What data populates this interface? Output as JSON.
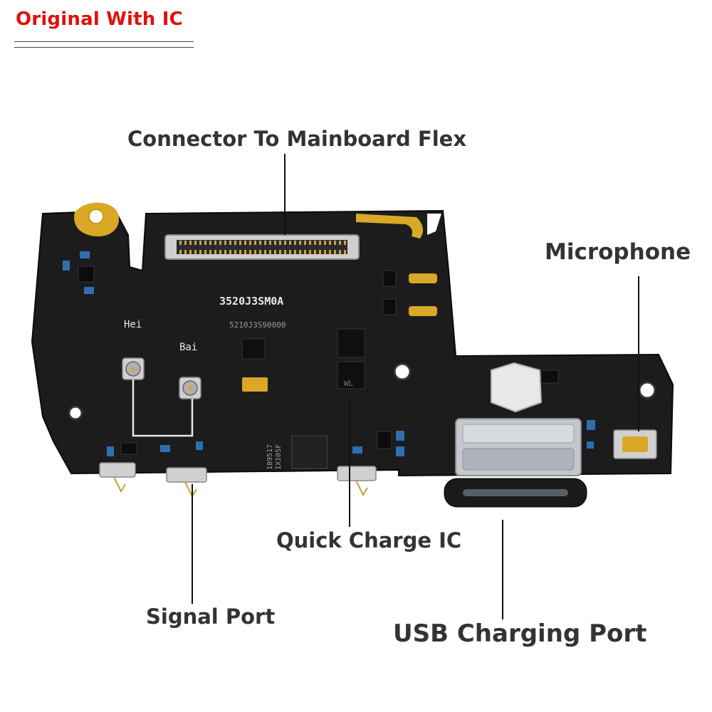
{
  "badge": {
    "text": "Original With IC",
    "color": "#e01010"
  },
  "board": {
    "silkscreen_main": "3520J3SM0A",
    "silkscreen_sub": "5210J3S90000",
    "label_hei": "Hei",
    "label_bai": "Bai",
    "chip_code_1": "1X105F",
    "chip_code_2": "189517",
    "ic_mark": "WL"
  },
  "callouts": {
    "connector": "Connector To Mainboard Flex",
    "microphone": "Microphone",
    "quick_charge": "Quick Charge IC",
    "signal_port": "Signal Port",
    "usb_port": "USB Charging Port"
  },
  "colors": {
    "pcb": "#1c1c1c",
    "gold": "#d8a826",
    "smd_blue": "#2e6fb0",
    "metal": "#b8bcc2",
    "callout_text": "#333333"
  }
}
